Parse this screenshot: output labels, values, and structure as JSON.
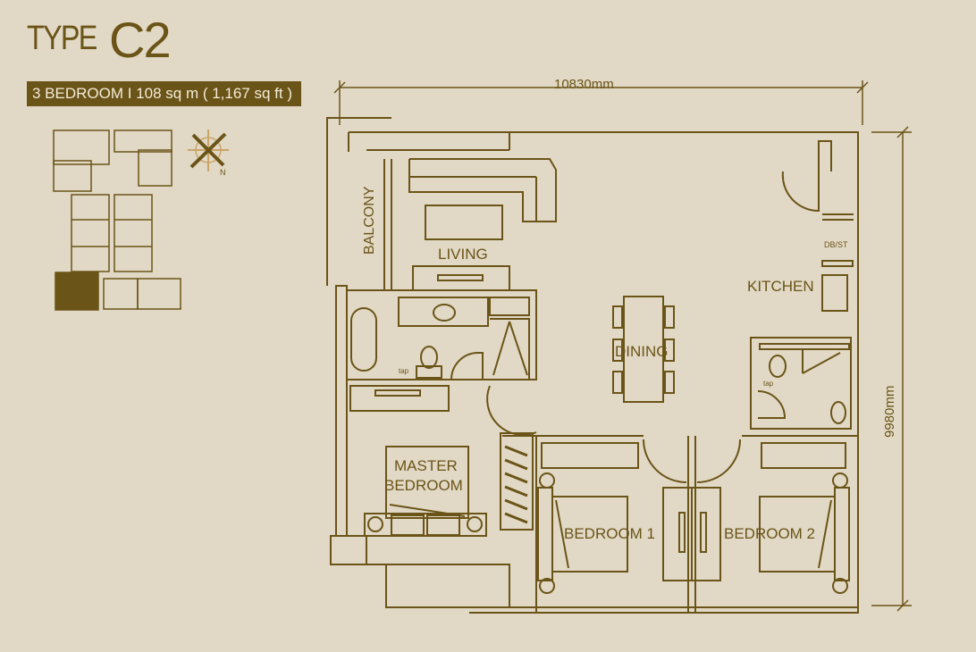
{
  "header": {
    "type_label": "TYPE",
    "unit_code": "C2",
    "summary": "3 BEDROOM  I  108 sq m ( 1,167 sq ft )"
  },
  "dimensions": {
    "width": "10830mm",
    "height": "9980mm"
  },
  "rooms": {
    "balcony": "BALCONY",
    "living": "LIVING",
    "dining": "DINING",
    "kitchen": "KITCHEN",
    "dbst": "DB/ST",
    "master_line1": "MASTER",
    "master_line2": "BEDROOM",
    "bedroom1": "BEDROOM 1",
    "bedroom2": "BEDROOM 2",
    "tap1": "tap",
    "tap2": "tap"
  },
  "colors": {
    "background": "#e1d9c5",
    "line": "#6b5418",
    "compass_accent": "#c9a468"
  }
}
